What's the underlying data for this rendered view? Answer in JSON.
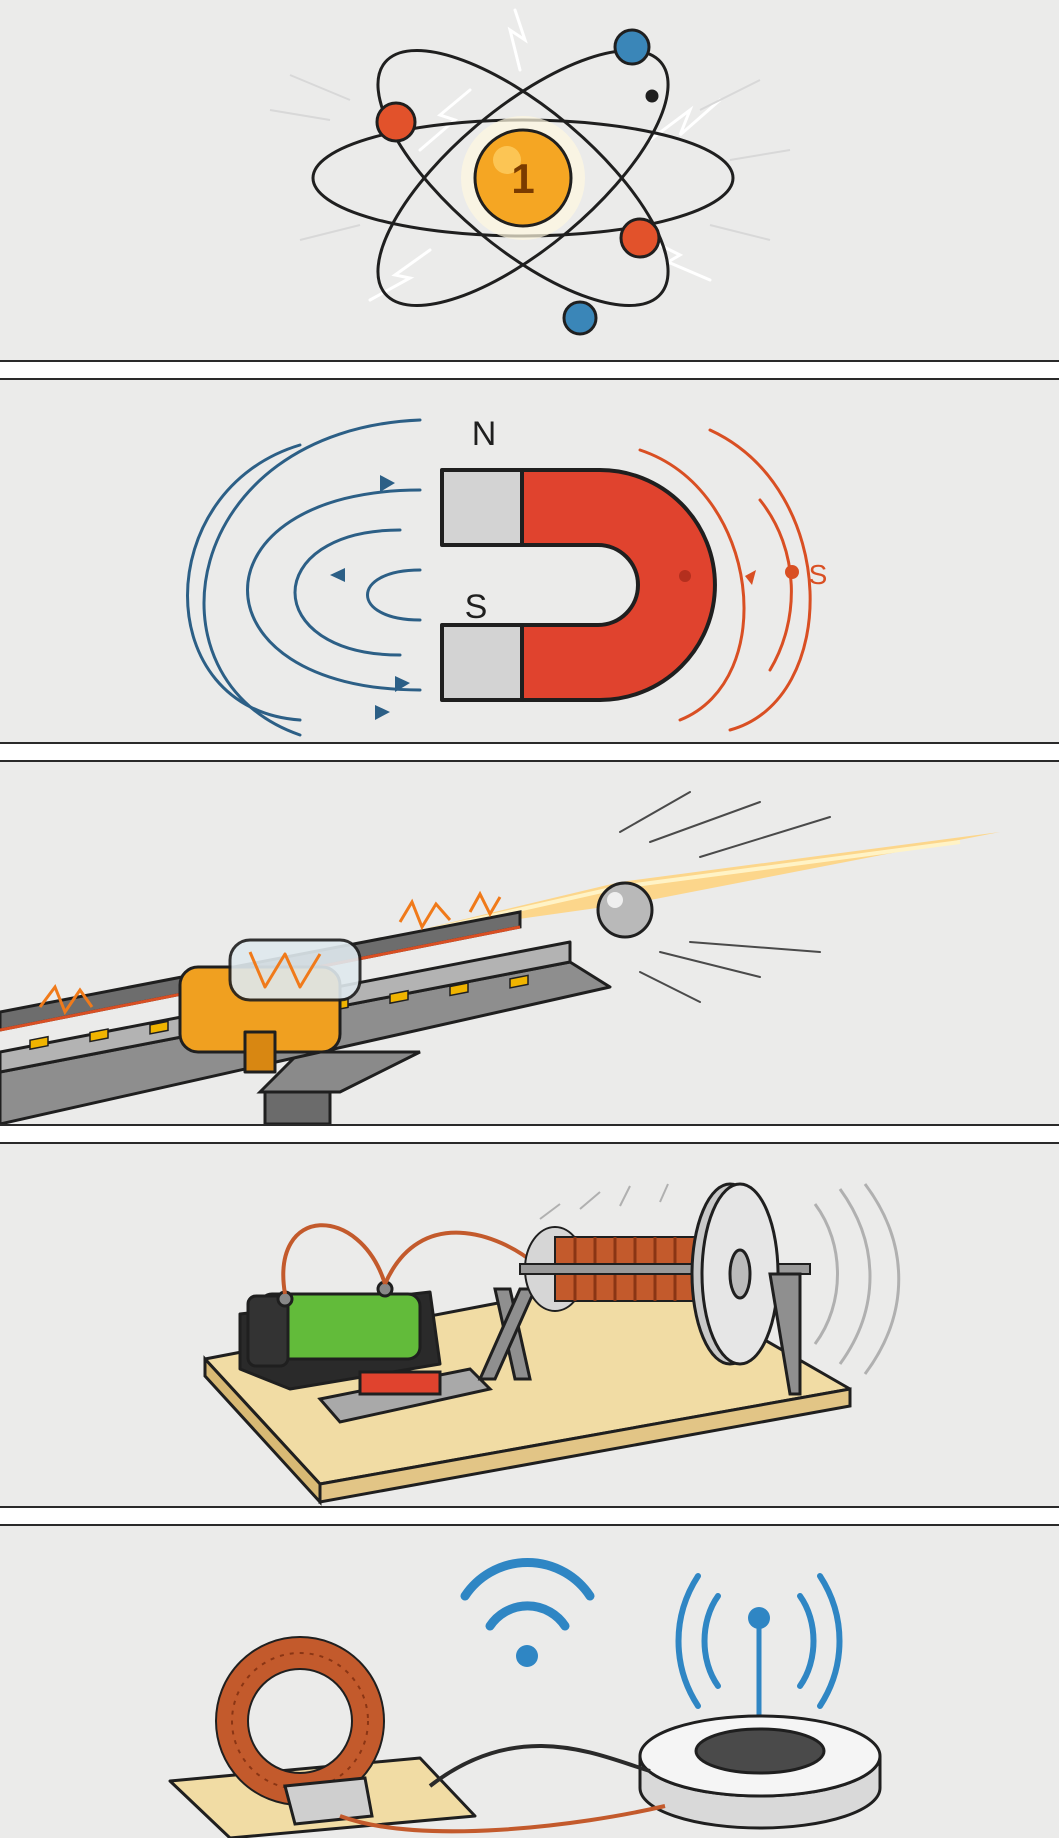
{
  "panels": [
    {
      "name": "atom-panel",
      "nucleus_label": "1"
    },
    {
      "name": "magnet-panel",
      "north_label": "N",
      "south_label": "S",
      "field_label": "S"
    },
    {
      "name": "railgun-panel"
    },
    {
      "name": "electromagnet-panel"
    },
    {
      "name": "wireless-panel"
    }
  ],
  "colors": {
    "background": "#ebebea",
    "panel_border": "#2a2a2a",
    "nucleus": "#f5a623",
    "electron_red": "#e2522b",
    "electron_blue": "#3a86b8",
    "magnet_red": "#e0432e",
    "field_blue": "#2c5f86",
    "field_orange": "#d94f23",
    "rail_yellow": "#f0b400",
    "carriage_orange": "#f0a020",
    "battery_green": "#62bb3a",
    "copper": "#c35a2c",
    "wood": "#f1dca4",
    "signal_blue": "#2f86c4"
  }
}
